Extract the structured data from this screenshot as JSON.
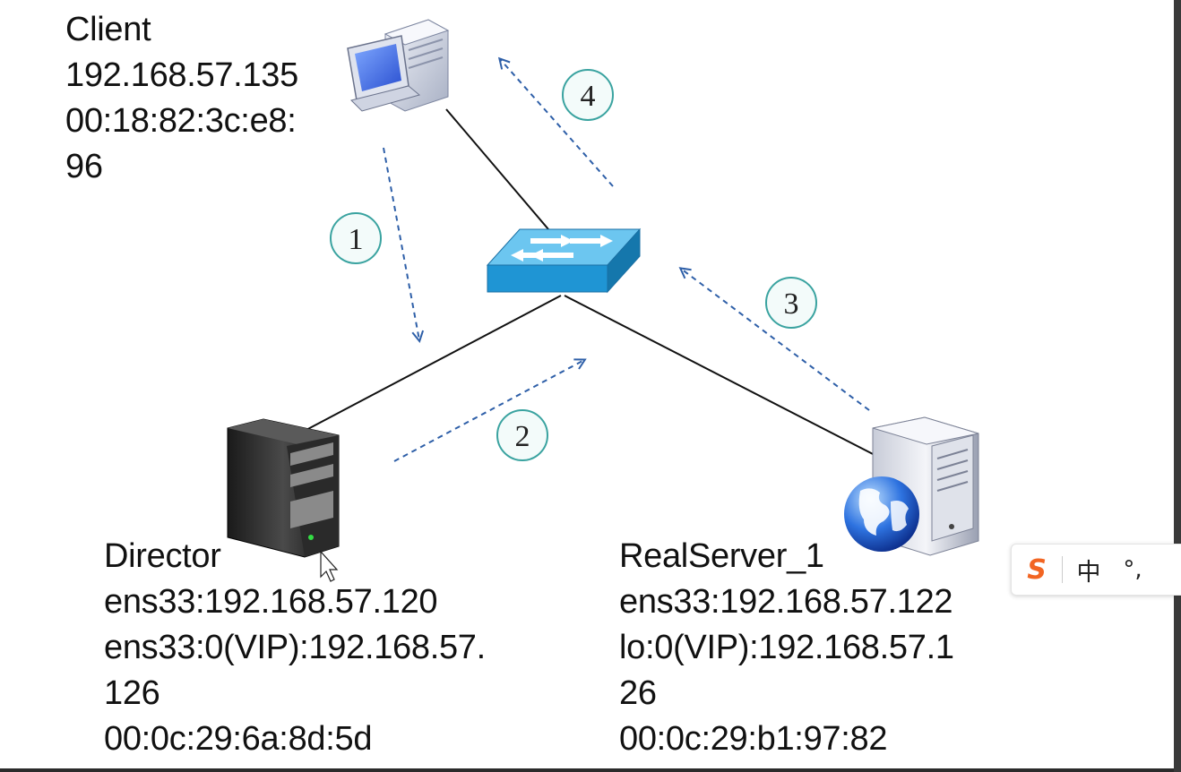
{
  "client": {
    "name": "Client",
    "ip": "192.168.57.135",
    "mac_line1": "00:18:82:3c:e8:",
    "mac_line2": "96"
  },
  "director": {
    "name": "Director",
    "ens33": "ens33:192.168.57.120",
    "vip_line1": "ens33:0(VIP):192.168.57.",
    "vip_line2": "126",
    "mac": "00:0c:29:6a:8d:5d"
  },
  "realserver": {
    "name": "RealServer_1",
    "ens33": "ens33:192.168.57.122",
    "vip_line1": "lo:0(VIP):192.168.57.1",
    "vip_line2": "26",
    "mac": "00:0c:29:b1:97:82"
  },
  "steps": [
    "1",
    "2",
    "3",
    "4"
  ],
  "ime": {
    "logo": "S",
    "lang": "中",
    "punct": "°,"
  },
  "colors": {
    "arrow": "#2e5fa8",
    "step_circle_stroke": "#3aa3a0",
    "step_circle_fill": "#f3fbfa",
    "switch_blue": "#1f95d4",
    "link_line": "#111111"
  }
}
